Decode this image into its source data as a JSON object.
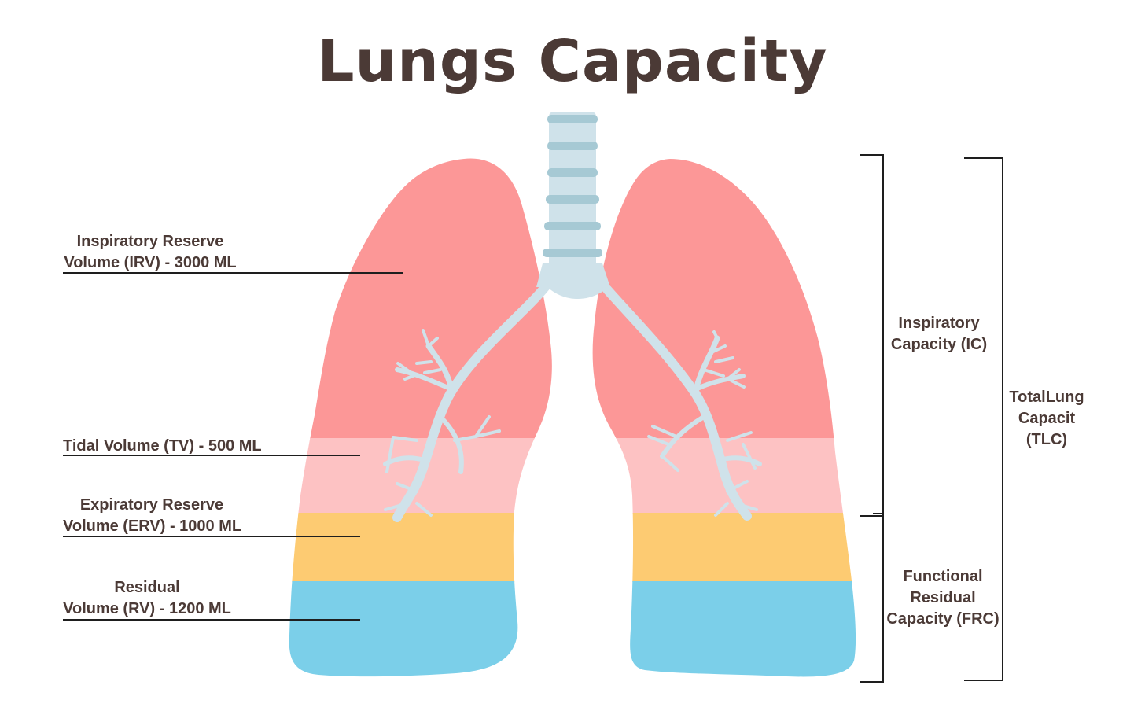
{
  "title": "Lungs Capacity",
  "colors": {
    "text": "#4b3a36",
    "line": "#1e1e1e",
    "irv": "#fc9797",
    "tv": "#fdc2c3",
    "erv": "#fdcb72",
    "rv": "#7bcfe9",
    "airway": "#cfe2ea",
    "airway_ring": "#a6c9d4"
  },
  "volumes": {
    "irv": {
      "line1": "Inspiratory Reserve",
      "line2": "Volume (IRV) - 3000 ML",
      "ml": 3000
    },
    "tv": {
      "line1": "Tidal Volume (TV) - 500 ML",
      "ml": 500
    },
    "erv": {
      "line1": "Expiratory Reserve",
      "line2": "Volume (ERV) - 1000 ML",
      "ml": 1000
    },
    "rv": {
      "line1": "Residual",
      "line2": "Volume (RV) - 1200 ML",
      "ml": 1200
    }
  },
  "capacities": {
    "ic": {
      "line1": "Inspiratory",
      "line2": "Capacity (IC)"
    },
    "frc": {
      "line1": "Functional",
      "line2": "Residual",
      "line3": "Capacity (FRC)"
    },
    "tlc": {
      "line1": "TotalLung",
      "line2": "Capacit",
      "line3": "(TLC)"
    }
  }
}
